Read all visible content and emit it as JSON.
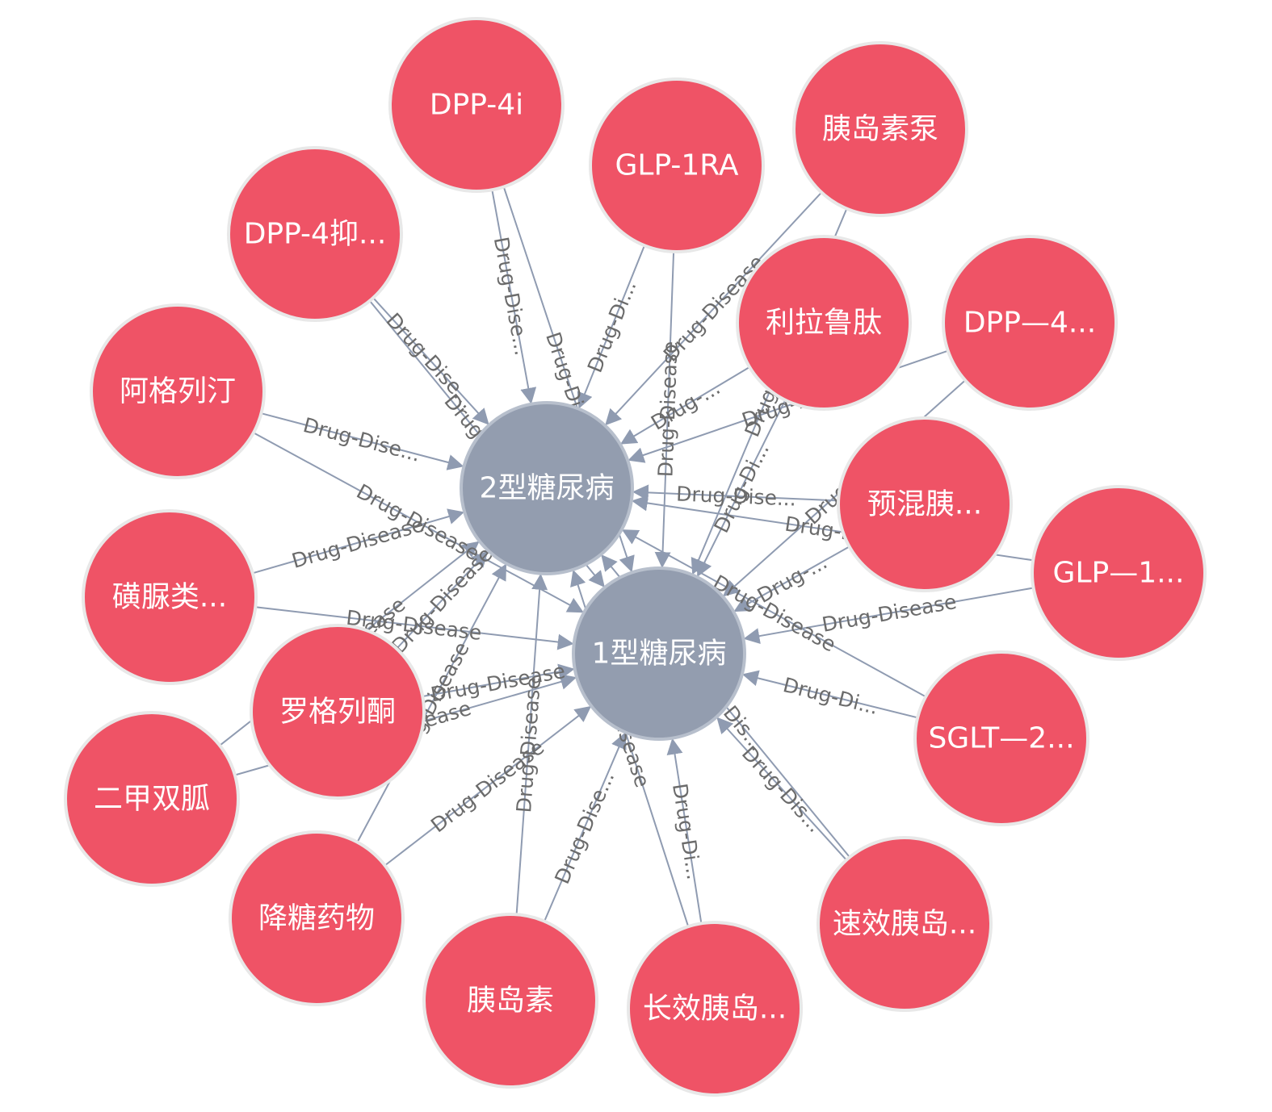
{
  "colors": {
    "drug_node": "#ef5366",
    "disease_node": "#939daf",
    "edge": "#8f9bb1",
    "edge_label": "#6b6b6b",
    "node_label": "#ffffff"
  },
  "diseases": [
    {
      "id": "t2",
      "label": "2型糖尿病"
    },
    {
      "id": "t1",
      "label": "1型糖尿病"
    }
  ],
  "drugs": [
    {
      "id": "dpp4i",
      "label": "DPP-4i"
    },
    {
      "id": "glp1ra",
      "label": "GLP-1RA"
    },
    {
      "id": "pump",
      "label": "胰岛素泵"
    },
    {
      "id": "dpp4inh",
      "label": "DPP-4抑..."
    },
    {
      "id": "liraglutide",
      "label": "利拉鲁肽"
    },
    {
      "id": "dpp4dash",
      "label": "DPP—4..."
    },
    {
      "id": "acarbose",
      "label": "阿格列汀"
    },
    {
      "id": "premix",
      "label": "预混胰..."
    },
    {
      "id": "glp1dash",
      "label": "GLP—1..."
    },
    {
      "id": "sulfonylurea",
      "label": "磺脲类..."
    },
    {
      "id": "rosiglitazone",
      "label": "罗格列酮"
    },
    {
      "id": "sglt2",
      "label": "SGLT—2..."
    },
    {
      "id": "metformin",
      "label": "二甲双胍"
    },
    {
      "id": "rapid",
      "label": "速效胰岛..."
    },
    {
      "id": "hypoglycemic",
      "label": "降糖药物"
    },
    {
      "id": "insulin",
      "label": "胰岛素"
    },
    {
      "id": "longacting",
      "label": "长效胰岛..."
    }
  ],
  "edges": [
    {
      "from": "dpp4i",
      "to": "t2",
      "label": "Drug-Dise..."
    },
    {
      "from": "dpp4i",
      "to": "t1",
      "label": "Drug-Di..."
    },
    {
      "from": "glp1ra",
      "to": "t2",
      "label": "Drug-Di..."
    },
    {
      "from": "glp1ra",
      "to": "t1",
      "label": "Drug-Disease"
    },
    {
      "from": "pump",
      "to": "t2",
      "label": "Drug-Disease"
    },
    {
      "from": "pump",
      "to": "t1",
      "label": "Drug-Di..."
    },
    {
      "from": "dpp4inh",
      "to": "t2",
      "label": "Drug-Dise..."
    },
    {
      "from": "dpp4inh",
      "to": "t1",
      "label": "Drug-Dise..."
    },
    {
      "from": "liraglutide",
      "to": "t2",
      "label": "Drug-..."
    },
    {
      "from": "liraglutide",
      "to": "t1",
      "label": "Drug-Di..."
    },
    {
      "from": "dpp4dash",
      "to": "t2",
      "label": "Drug-Di..."
    },
    {
      "from": "dpp4dash",
      "to": "t1",
      "label": "Drug-Di..."
    },
    {
      "from": "acarbose",
      "to": "t2",
      "label": "Drug-Dise..."
    },
    {
      "from": "acarbose",
      "to": "t1",
      "label": "Drug-Disease"
    },
    {
      "from": "premix",
      "to": "t2",
      "label": "Drug-Dise..."
    },
    {
      "from": "premix",
      "to": "t1",
      "label": "Drug-..."
    },
    {
      "from": "glp1dash",
      "to": "t2",
      "label": "Drug-Di..."
    },
    {
      "from": "glp1dash",
      "to": "t1",
      "label": "Drug-Disease"
    },
    {
      "from": "sulfonylurea",
      "to": "t2",
      "label": "Drug-Disease"
    },
    {
      "from": "sulfonylurea",
      "to": "t1",
      "label": "Drug-Disease"
    },
    {
      "from": "rosiglitazone",
      "to": "t2",
      "label": "Drug-Disease"
    },
    {
      "from": "rosiglitazone",
      "to": "t1",
      "label": "Drug-Disease"
    },
    {
      "from": "sglt2",
      "to": "t2",
      "label": "Drug-Disease"
    },
    {
      "from": "sglt2",
      "to": "t1",
      "label": "Drug-Di..."
    },
    {
      "from": "metformin",
      "to": "t2",
      "label": "Drug-Disease"
    },
    {
      "from": "metformin",
      "to": "t1",
      "label": "Drug-Disease"
    },
    {
      "from": "rapid",
      "to": "t2",
      "label": "Drug-Dis..."
    },
    {
      "from": "rapid",
      "to": "t1",
      "label": "Drug-Dis..."
    },
    {
      "from": "hypoglycemic",
      "to": "t2",
      "label": "Drug-Disease"
    },
    {
      "from": "hypoglycemic",
      "to": "t1",
      "label": "Drug-Disease"
    },
    {
      "from": "insulin",
      "to": "t2",
      "label": "Drug-Disease"
    },
    {
      "from": "insulin",
      "to": "t1",
      "label": "Drug-Dise..."
    },
    {
      "from": "longacting",
      "to": "t2",
      "label": "Disease"
    },
    {
      "from": "longacting",
      "to": "t1",
      "label": "Drug-Di..."
    }
  ]
}
